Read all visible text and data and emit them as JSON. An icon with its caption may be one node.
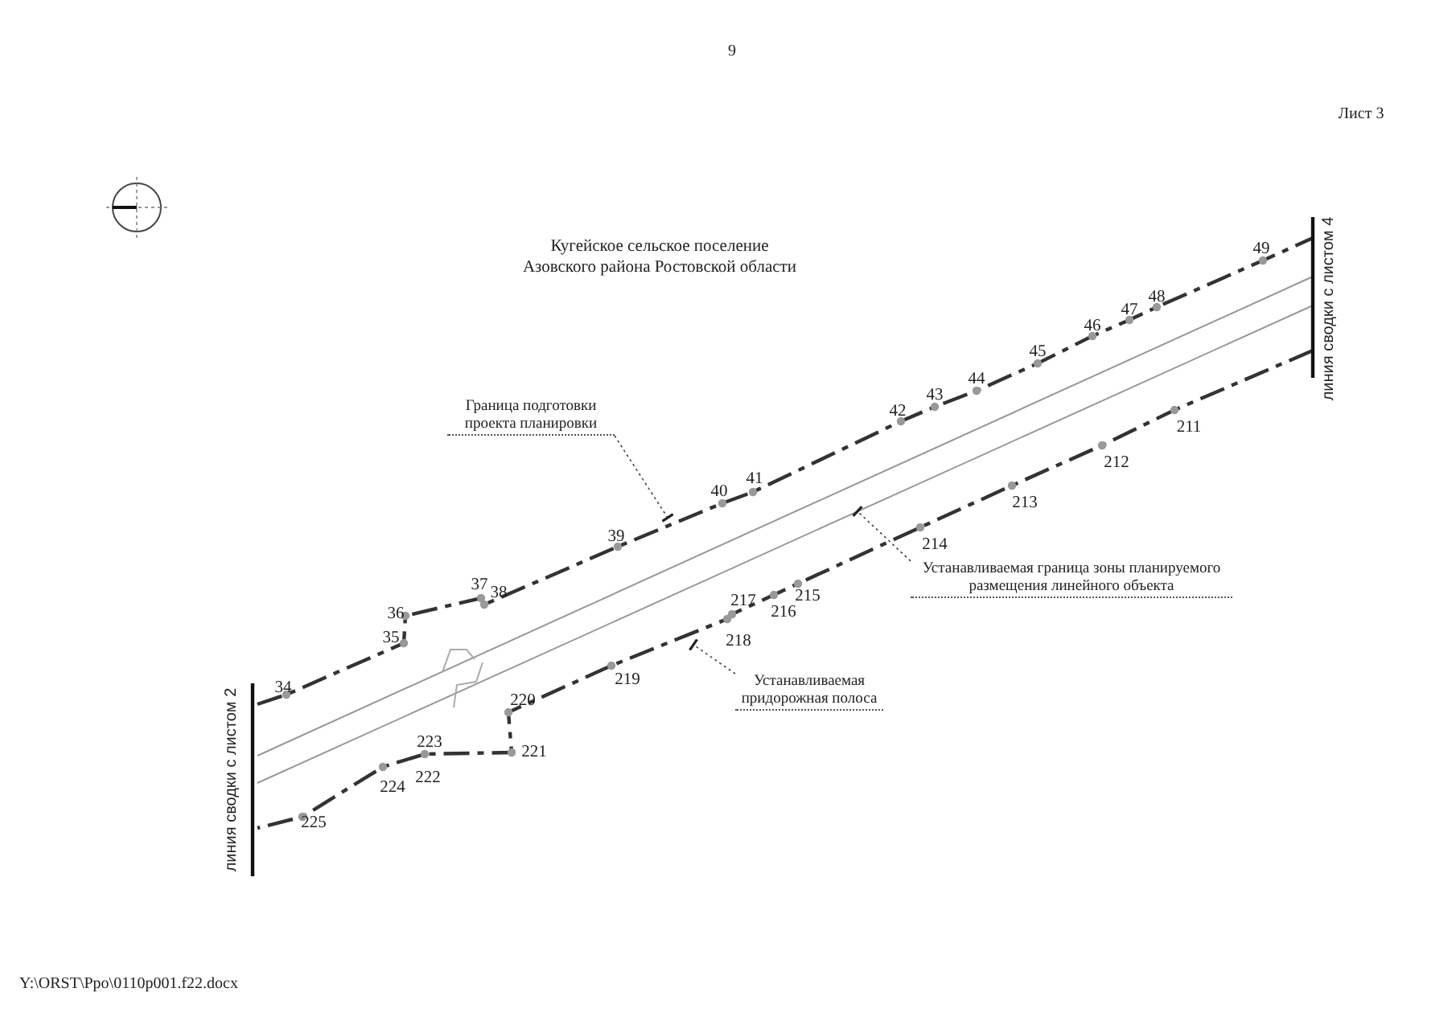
{
  "diagram": {
    "nodes": [
      {
        "text": [
          "Граница подготовки проекта планировки"
        ]
      },
      {
        "text": [
          "Устанавливаемая граница зоны планируемого размещения линейного объекта"
        ]
      },
      {
        "text": [
          "Устанавливаемая придорожная полоса"
        ]
      }
    ],
    "edges": [
      {
        "from": 0,
        "to": null,
        "arrow": "other",
        "style": "dashed"
      },
      {
        "from": 1,
        "to": null,
        "arrow": "other",
        "style": "dashed"
      },
      {
        "from": 2,
        "to": null,
        "arrow": "other",
        "style": "dashed"
      }
    ],
    "labels": [
      "9",
      "Лист 3",
      "Кугейское сельское поселение Азовского района Ростовской области",
      "линия сводки с листом 4",
      "49",
      "48",
      "47",
      "46",
      "45",
      "44",
      "43",
      "42",
      "211",
      "41",
      "40",
      "212",
      "39",
      "213",
      "38",
      "37",
      "214",
      "36",
      "217",
      "215",
      "35",
      "216",
      "218",
      "34",
      "220",
      "219",
      "223",
      "221",
      "222",
      "224",
      "225",
      "линия сводки с листом 2",
      "Y:\\ORST\\Ppo\\0110p001.f22.docx"
    ]
  }
}
